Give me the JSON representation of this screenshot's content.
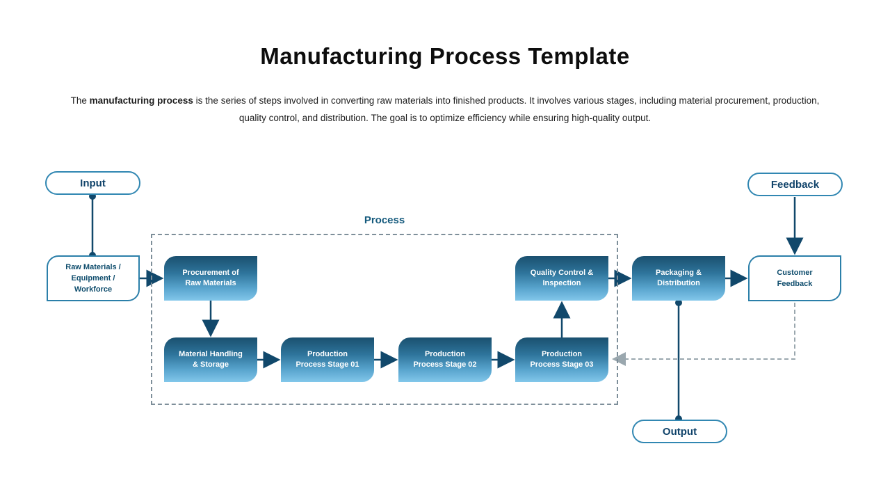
{
  "page": {
    "title": "Manufacturing Process Template"
  },
  "intro": {
    "prefix": "The ",
    "bold": "manufacturing process",
    "rest": " is the series of steps involved in converting raw materials into finished products. It involves various stages, including material procurement, production, quality control, and distribution. The goal is to optimize efficiency while ensuring high-quality output."
  },
  "labels": {
    "input": "Input",
    "feedback": "Feedback",
    "output": "Output",
    "process": "Process"
  },
  "nodes": {
    "raw_materials": "Raw Materials / Equipment / Workforce",
    "procurement": "Procurement of Raw Materials",
    "material_handling": "Material Handling & Storage",
    "stage01": "Production Process Stage 01",
    "stage02": "Production Process Stage 02",
    "stage03": "Production Process Stage 03",
    "quality": "Quality Control & Inspection",
    "packaging": "Packaging & Distribution",
    "customer_feedback": "Customer Feedback"
  },
  "colors": {
    "accent_dark": "#11486b",
    "accent_mid": "#2b7fa9",
    "box_gradient_top": "#1a506f",
    "box_gradient_bottom": "#82c7ea",
    "dashed_border": "#7e8f9a",
    "dashed_feedback": "#9aa7ae",
    "title_text": "#0d0d0d"
  }
}
